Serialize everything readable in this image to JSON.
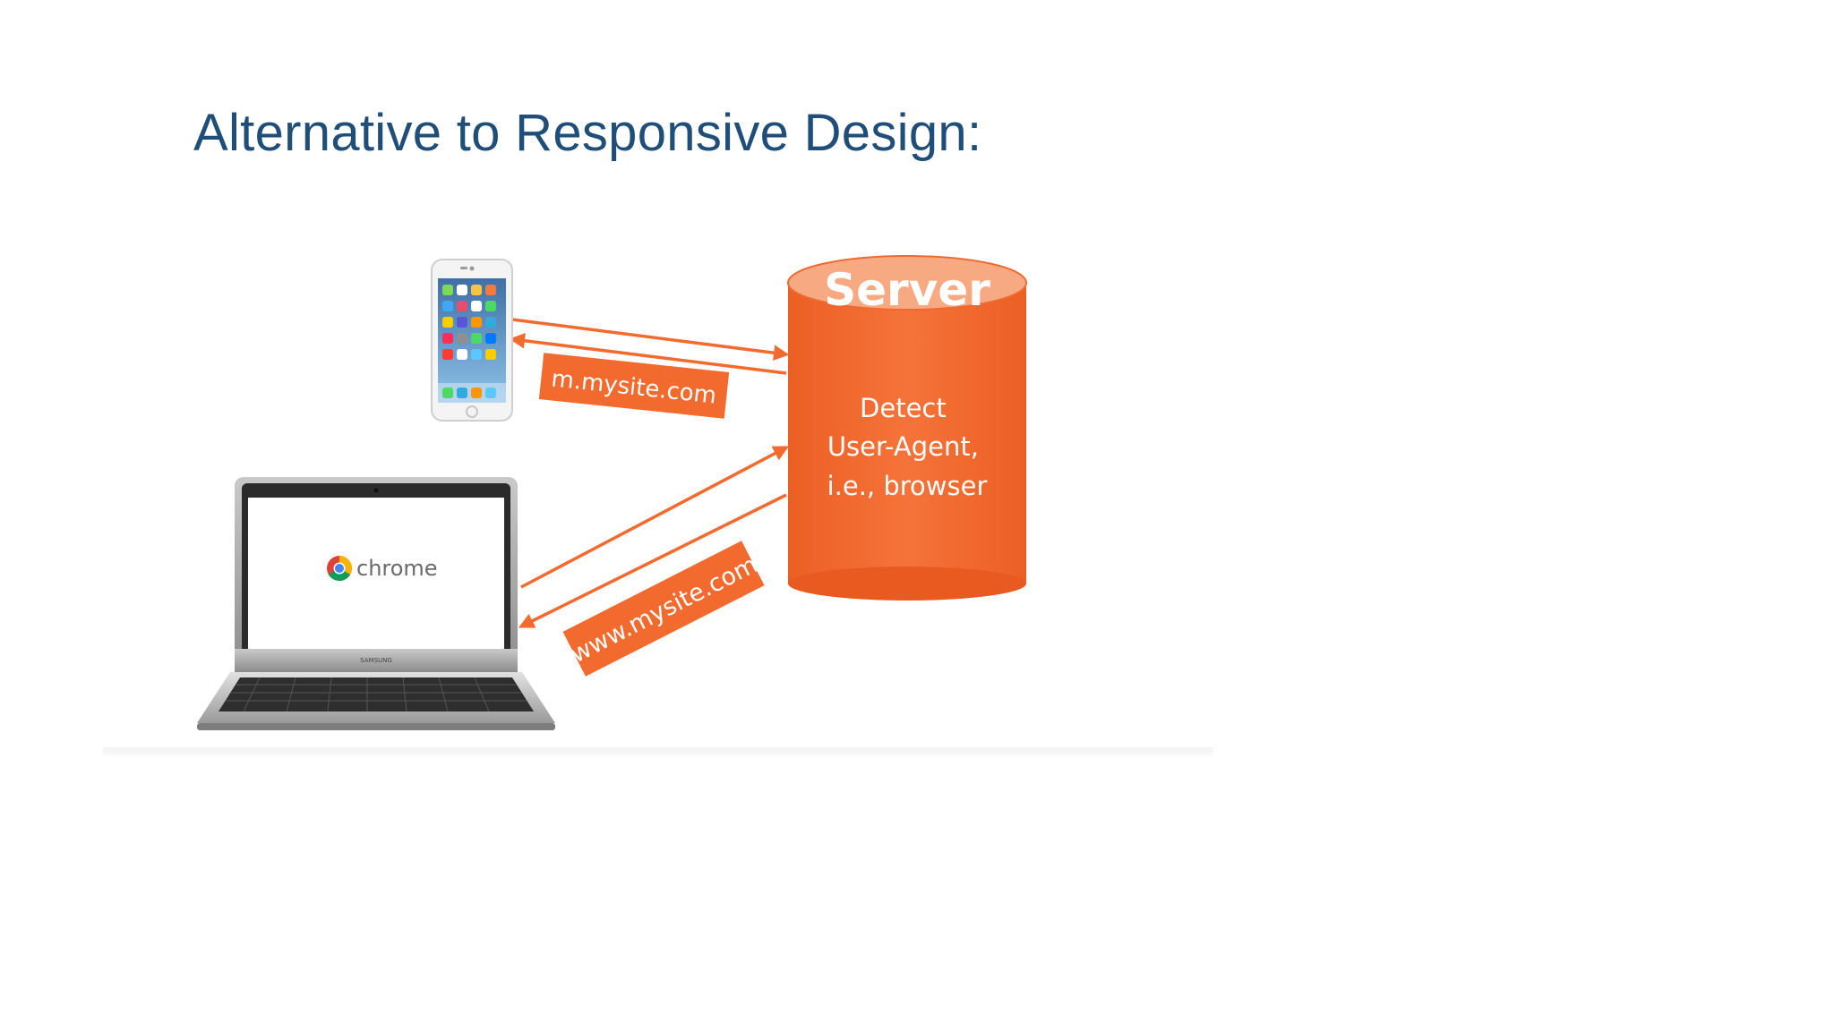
{
  "slide": {
    "title": "Alternative to Responsive Design:"
  },
  "server": {
    "label": "Server",
    "description_lines": [
      "Detect",
      "User-Agent,",
      "i.e., browser"
    ]
  },
  "mobile_url": "m.mysite.com",
  "desktop_url": "www.mysite.com",
  "laptop": {
    "screen_text": "chrome",
    "brand_text": "SAMSUNG"
  },
  "colors": {
    "accent_orange": "#f26a2e",
    "server_top": "#f7a982",
    "title_blue": "#1f4e79"
  }
}
